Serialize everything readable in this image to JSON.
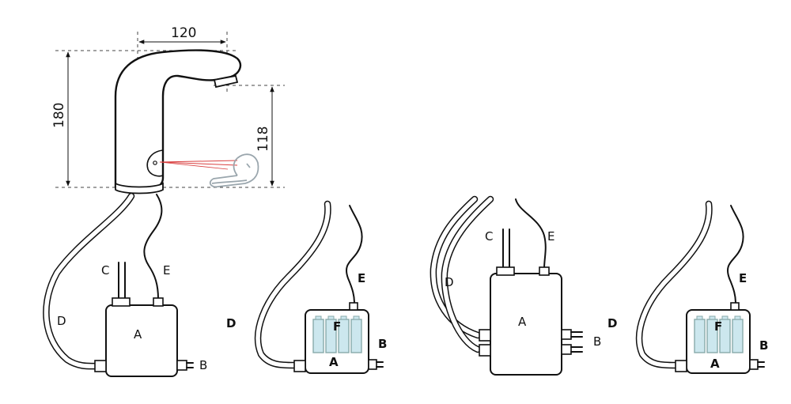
{
  "dimensions": {
    "width": "120",
    "height": "180",
    "spout_height": "118"
  },
  "labels": {
    "box": "A",
    "outlet": "B",
    "supply": "C",
    "hose": "D",
    "cable": "E",
    "battery": "F"
  },
  "colors": {
    "line": "#111111",
    "sensor_beam": "#d94040",
    "battery_fill": "#cce7ee",
    "hand_outline": "#9aa6ad"
  }
}
